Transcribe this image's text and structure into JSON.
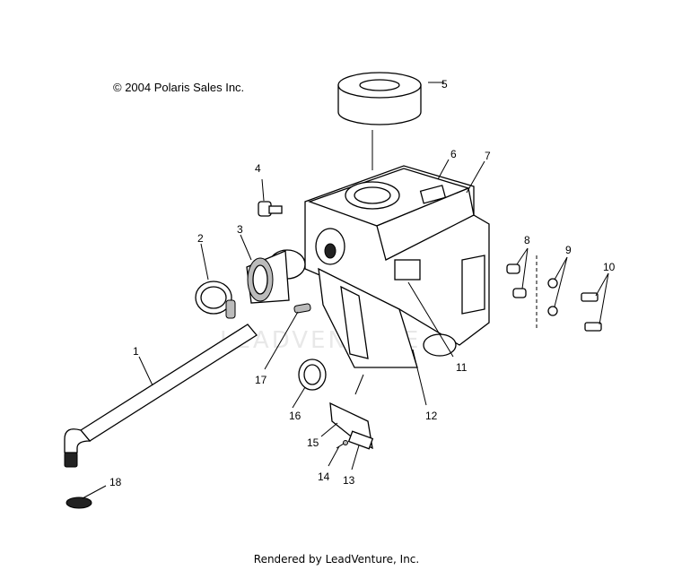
{
  "copyright": "© 2004 Polaris Sales Inc.",
  "rendered_by": "Rendered by LeadVenture, Inc.",
  "watermark": "LEADVENTURE",
  "callouts": [
    "1",
    "2",
    "3",
    "4",
    "5",
    "6",
    "7",
    "8",
    "9",
    "10",
    "11",
    "12",
    "13",
    "14",
    "15",
    "16",
    "17",
    "18"
  ]
}
